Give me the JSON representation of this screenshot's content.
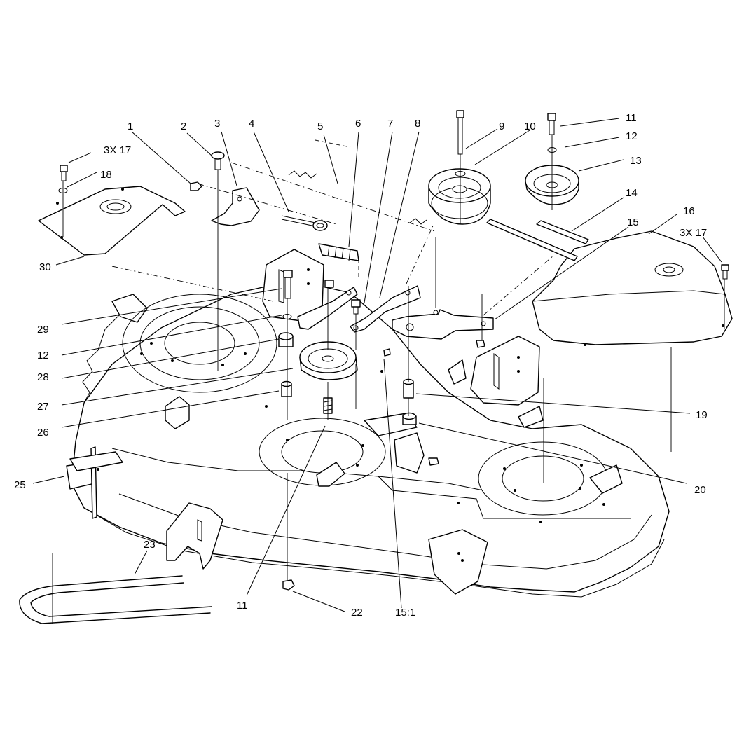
{
  "callouts": [
    {
      "id": "c1",
      "text": "1"
    },
    {
      "id": "c2",
      "text": "2"
    },
    {
      "id": "c3",
      "text": "3"
    },
    {
      "id": "c4",
      "text": "4"
    },
    {
      "id": "c5",
      "text": "5"
    },
    {
      "id": "c6",
      "text": "6"
    },
    {
      "id": "c7",
      "text": "7"
    },
    {
      "id": "c8",
      "text": "8"
    },
    {
      "id": "c9",
      "text": "9"
    },
    {
      "id": "c10",
      "text": "10"
    },
    {
      "id": "c11-top",
      "text": "11"
    },
    {
      "id": "c12-right",
      "text": "12"
    },
    {
      "id": "c13",
      "text": "13"
    },
    {
      "id": "c14",
      "text": "14"
    },
    {
      "id": "c15",
      "text": "15"
    },
    {
      "id": "c16",
      "text": "16"
    },
    {
      "id": "c17-left",
      "text": "3X 17"
    },
    {
      "id": "c17-right",
      "text": "3X 17"
    },
    {
      "id": "c18",
      "text": "18"
    },
    {
      "id": "c19",
      "text": "19"
    },
    {
      "id": "c20",
      "text": "20"
    },
    {
      "id": "c22",
      "text": "22"
    },
    {
      "id": "c23",
      "text": "23"
    },
    {
      "id": "c25",
      "text": "25"
    },
    {
      "id": "c26",
      "text": "26"
    },
    {
      "id": "c27",
      "text": "27"
    },
    {
      "id": "c28",
      "text": "28"
    },
    {
      "id": "c29",
      "text": "29"
    },
    {
      "id": "c12-left",
      "text": "12"
    },
    {
      "id": "c30",
      "text": "30"
    },
    {
      "id": "c11-bottom",
      "text": "11"
    },
    {
      "id": "c15-1",
      "text": "15:1"
    }
  ]
}
